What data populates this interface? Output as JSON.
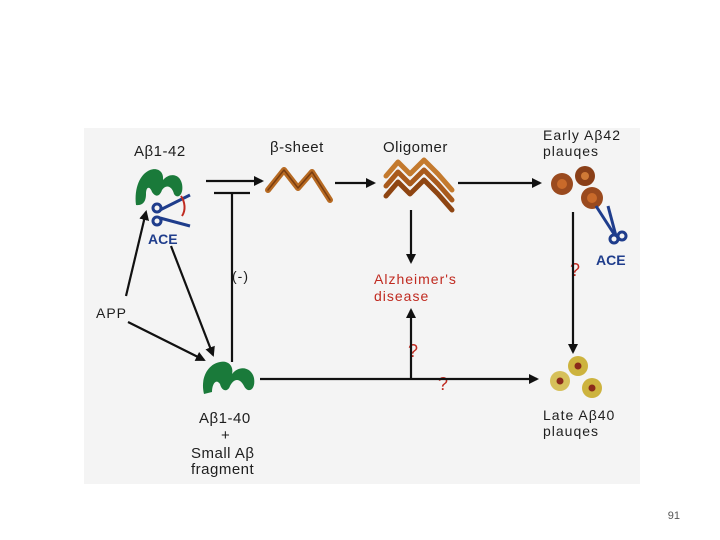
{
  "diagram": {
    "nodes": {
      "ab42": "Aβ1-42",
      "beta_sheet": "β-sheet",
      "oligomer": "Oligomer",
      "early_line1": "Early  Aβ42",
      "early_line2": "plauqes",
      "ace_left": "ACE",
      "ace_right": "ACE",
      "inhibit": "(-)",
      "alz_line1": "Alzheimer's",
      "alz_line2": "disease",
      "app": "APP",
      "ab40_line1": "Aβ1-40",
      "ab40_line2": "+",
      "ab40_line3": "Small  Aβ",
      "ab40_line4": "fragment",
      "late_line1": "Late  Aβ40",
      "late_line2": "plauqes"
    },
    "unknown_marks": {
      "right_vertical": "?",
      "alz_up": "?",
      "bottom_horizontal": "?"
    },
    "colors": {
      "peptide_green": "#1a7a3a",
      "wave_brown": "#b76a22",
      "plaque_brown": "#9a4a1e",
      "plaque_yellow": "#cdb33e",
      "ace_blue": "#1f3d8c",
      "question_red": "#c02a20"
    }
  },
  "page_number": "91"
}
